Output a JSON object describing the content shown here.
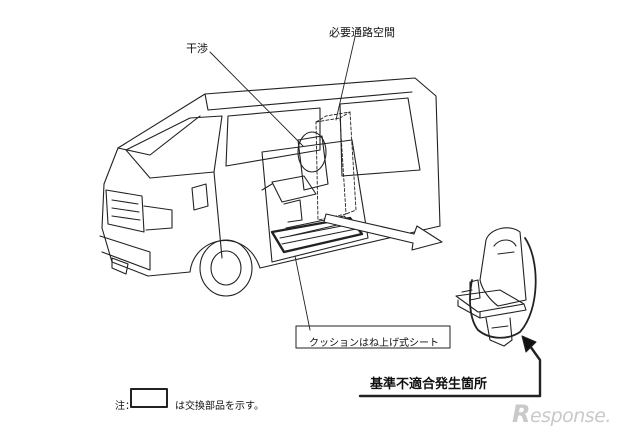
{
  "labels": {
    "interference": "干渉",
    "required_passage_space": "必要通路空間",
    "cushion_flip_up_seat": "クッションはね上げ式シート",
    "note_prefix": "注：",
    "note_suffix": "は交換部品を示す。",
    "non_compliance_site": "基準不適合発生箇所"
  },
  "watermark": {
    "initial": "R",
    "rest": "esponse."
  }
}
